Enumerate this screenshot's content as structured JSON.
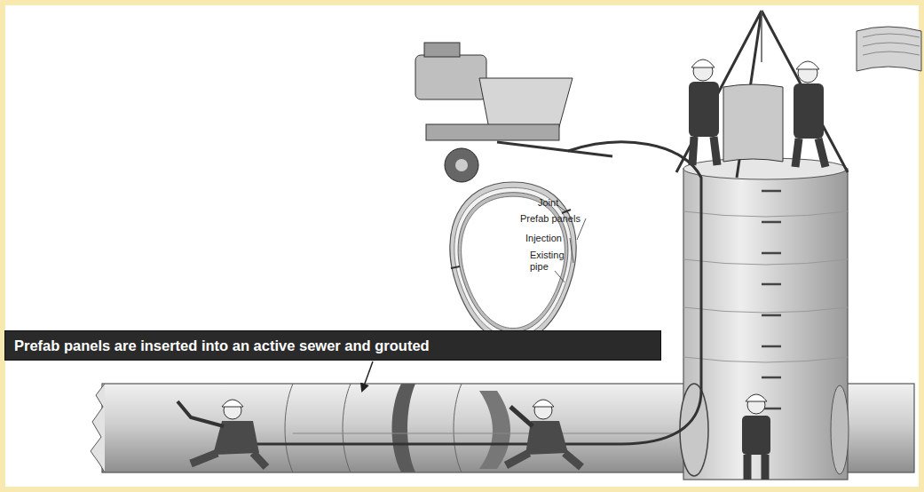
{
  "diagram": {
    "nodes": [
      {
        "text": [
          "Prefab panels are inserted into an active sewer and grouted"
        ]
      }
    ],
    "labels": [
      "Joint",
      "Prefab panels",
      "Injection",
      "Existing pipe"
    ]
  }
}
